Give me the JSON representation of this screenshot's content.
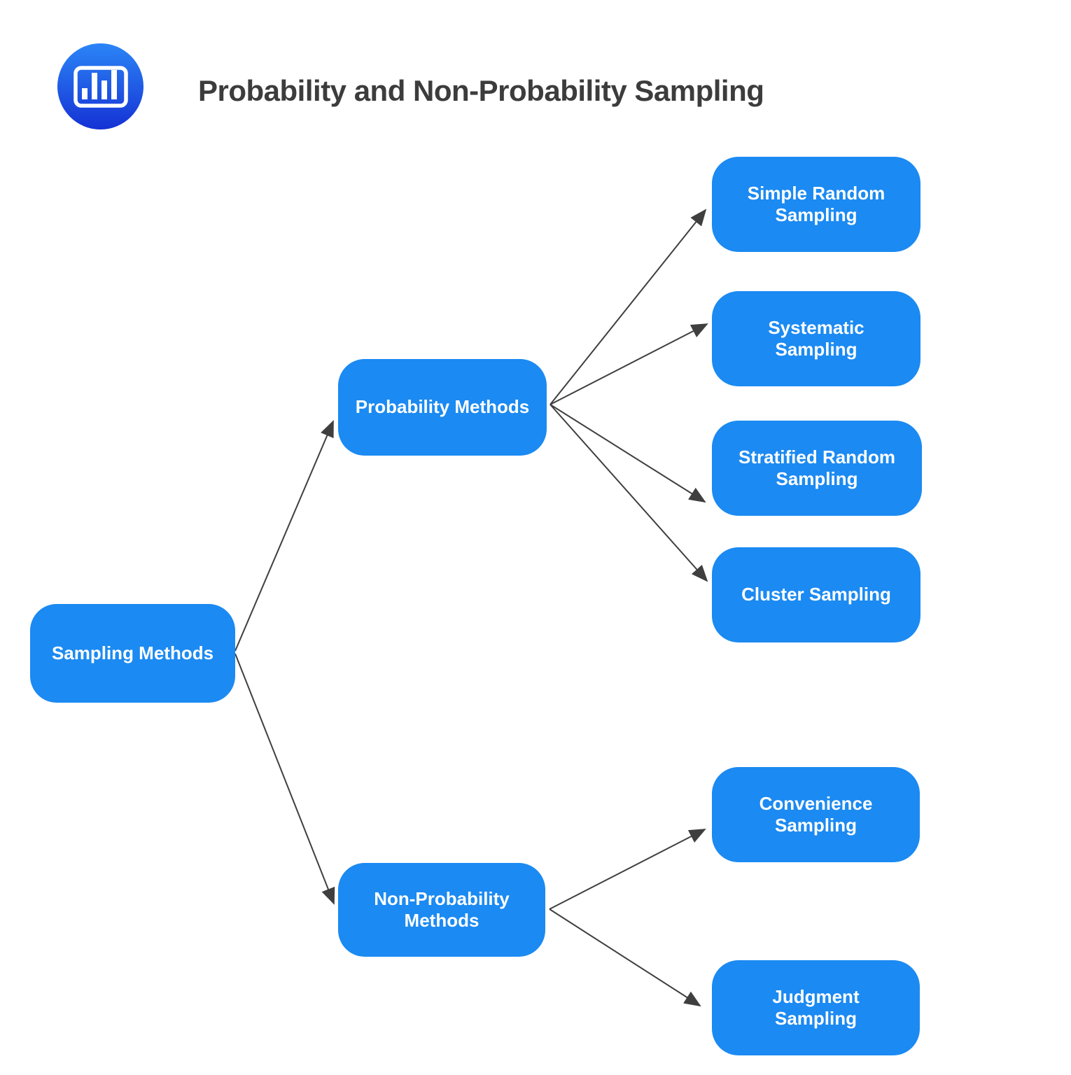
{
  "title": "Probability and Non-Probability Sampling",
  "logo": {
    "icon": "bar-chart-icon"
  },
  "colors": {
    "node_blue": "#1b8af2",
    "arrow_color": "#3f3f3f",
    "title_color": "#3c3c3c",
    "logo_top": "#2b85f7",
    "logo_bottom": "#1532d4"
  },
  "nodes": [
    {
      "id": "sampling-methods",
      "label": "Sampling Methods"
    },
    {
      "id": "probability-methods",
      "label": "Probability Methods"
    },
    {
      "id": "non-probability-methods",
      "label": "Non-Probability\nMethods"
    },
    {
      "id": "simple-random-sampling",
      "label": "Simple Random\nSampling"
    },
    {
      "id": "systematic-sampling",
      "label": "Systematic\nSampling"
    },
    {
      "id": "stratified-random-sampling",
      "label": "Stratified Random\nSampling"
    },
    {
      "id": "cluster-sampling",
      "label": "Cluster Sampling"
    },
    {
      "id": "convenience-sampling",
      "label": "Convenience\nSampling"
    },
    {
      "id": "judgment-sampling",
      "label": "Judgment\nSampling"
    }
  ],
  "edges": [
    {
      "from": "sampling-methods",
      "to": "probability-methods"
    },
    {
      "from": "sampling-methods",
      "to": "non-probability-methods"
    },
    {
      "from": "probability-methods",
      "to": "simple-random-sampling"
    },
    {
      "from": "probability-methods",
      "to": "systematic-sampling"
    },
    {
      "from": "probability-methods",
      "to": "stratified-random-sampling"
    },
    {
      "from": "probability-methods",
      "to": "cluster-sampling"
    },
    {
      "from": "non-probability-methods",
      "to": "convenience-sampling"
    },
    {
      "from": "non-probability-methods",
      "to": "judgment-sampling"
    }
  ]
}
